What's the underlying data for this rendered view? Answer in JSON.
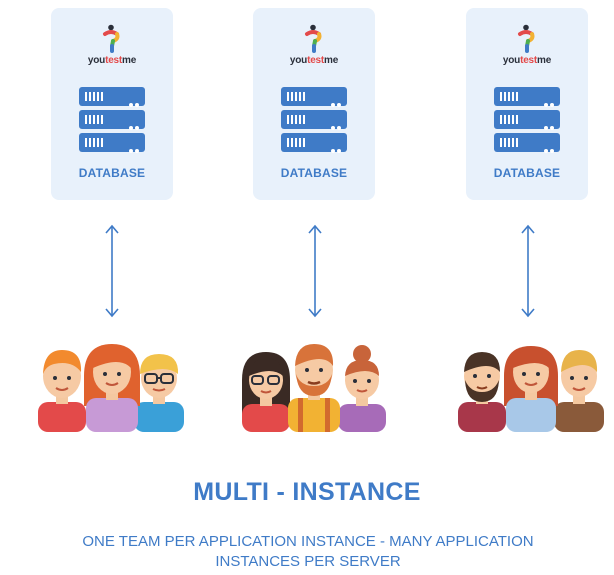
{
  "instances": [
    {
      "brand_prefix": "you",
      "brand_mid": "test",
      "brand_suffix": "me",
      "label": "DATABASE"
    },
    {
      "brand_prefix": "you",
      "brand_mid": "test",
      "brand_suffix": "me",
      "label": "DATABASE"
    },
    {
      "brand_prefix": "you",
      "brand_mid": "test",
      "brand_suffix": "me",
      "label": "DATABASE"
    }
  ],
  "icons": {
    "logo": "youtestme-logo-icon",
    "server": "server-rack-icon",
    "arrow": "bidirectional-arrow-icon",
    "team": "team-of-people-icon"
  },
  "colors": {
    "accent": "#3f7bc7",
    "card_bg": "#e8f1fb",
    "brand_red": "#e34a4a"
  },
  "title": "MULTI - INSTANCE",
  "subtitle_line1": "ONE TEAM PER APPLICATION INSTANCE - MANY APPLICATION",
  "subtitle_line2": "INSTANCES PER SERVER"
}
